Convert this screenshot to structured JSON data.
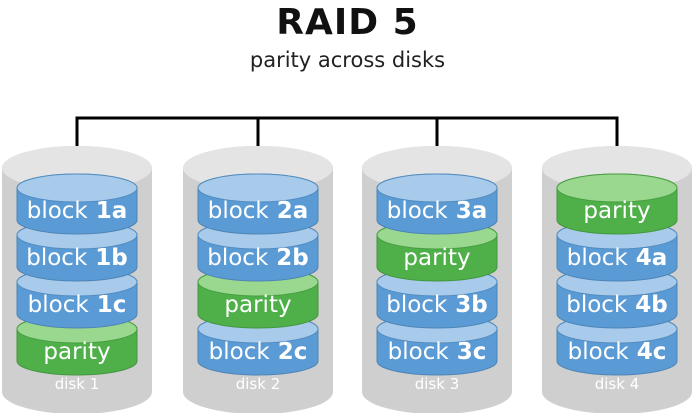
{
  "title": "RAID 5",
  "subtitle": "parity across disks",
  "colors": {
    "data_block": "#5b9bd5",
    "data_block_top": "#a9cbeb",
    "parity_block": "#4fb04a",
    "parity_block_top": "#9bd88f",
    "disk_body": "#cfcfcf",
    "connector": "#000000"
  },
  "disks": [
    {
      "label": "disk 1",
      "blocks": [
        {
          "kind": "data",
          "word": "block",
          "id": "1a"
        },
        {
          "kind": "data",
          "word": "block",
          "id": "1b"
        },
        {
          "kind": "data",
          "word": "block",
          "id": "1c"
        },
        {
          "kind": "parity",
          "word": "parity",
          "id": ""
        }
      ]
    },
    {
      "label": "disk 2",
      "blocks": [
        {
          "kind": "data",
          "word": "block",
          "id": "2a"
        },
        {
          "kind": "data",
          "word": "block",
          "id": "2b"
        },
        {
          "kind": "parity",
          "word": "parity",
          "id": ""
        },
        {
          "kind": "data",
          "word": "block",
          "id": "2c"
        }
      ]
    },
    {
      "label": "disk 3",
      "blocks": [
        {
          "kind": "data",
          "word": "block",
          "id": "3a"
        },
        {
          "kind": "parity",
          "word": "parity",
          "id": ""
        },
        {
          "kind": "data",
          "word": "block",
          "id": "3b"
        },
        {
          "kind": "data",
          "word": "block",
          "id": "3c"
        }
      ]
    },
    {
      "label": "disk 4",
      "blocks": [
        {
          "kind": "parity",
          "word": "parity",
          "id": ""
        },
        {
          "kind": "data",
          "word": "block",
          "id": "4a"
        },
        {
          "kind": "data",
          "word": "block",
          "id": "4b"
        },
        {
          "kind": "data",
          "word": "block",
          "id": "4c"
        }
      ]
    }
  ]
}
